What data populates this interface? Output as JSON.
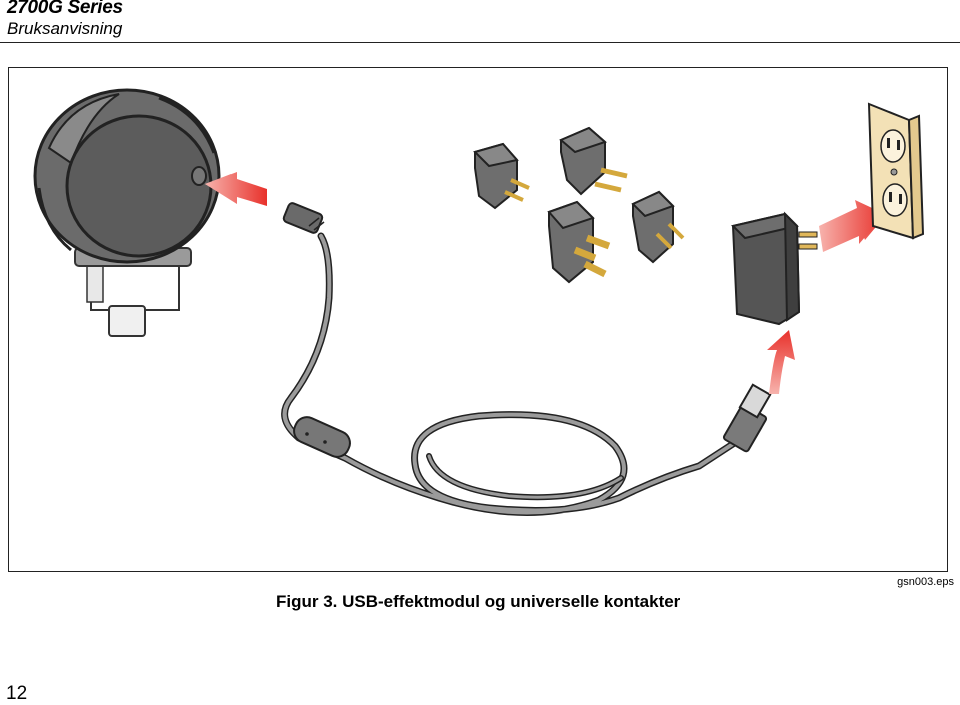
{
  "header": {
    "series": "2700G Series",
    "manual": "Bruksanvisning"
  },
  "figure": {
    "caption": "Figur 3. USB-effektmodul og universelle kontakter",
    "file_id": "gsn003.eps",
    "arrow_color": "#e8312b",
    "device_color": "#555555"
  },
  "footer": {
    "page_number": "12"
  }
}
